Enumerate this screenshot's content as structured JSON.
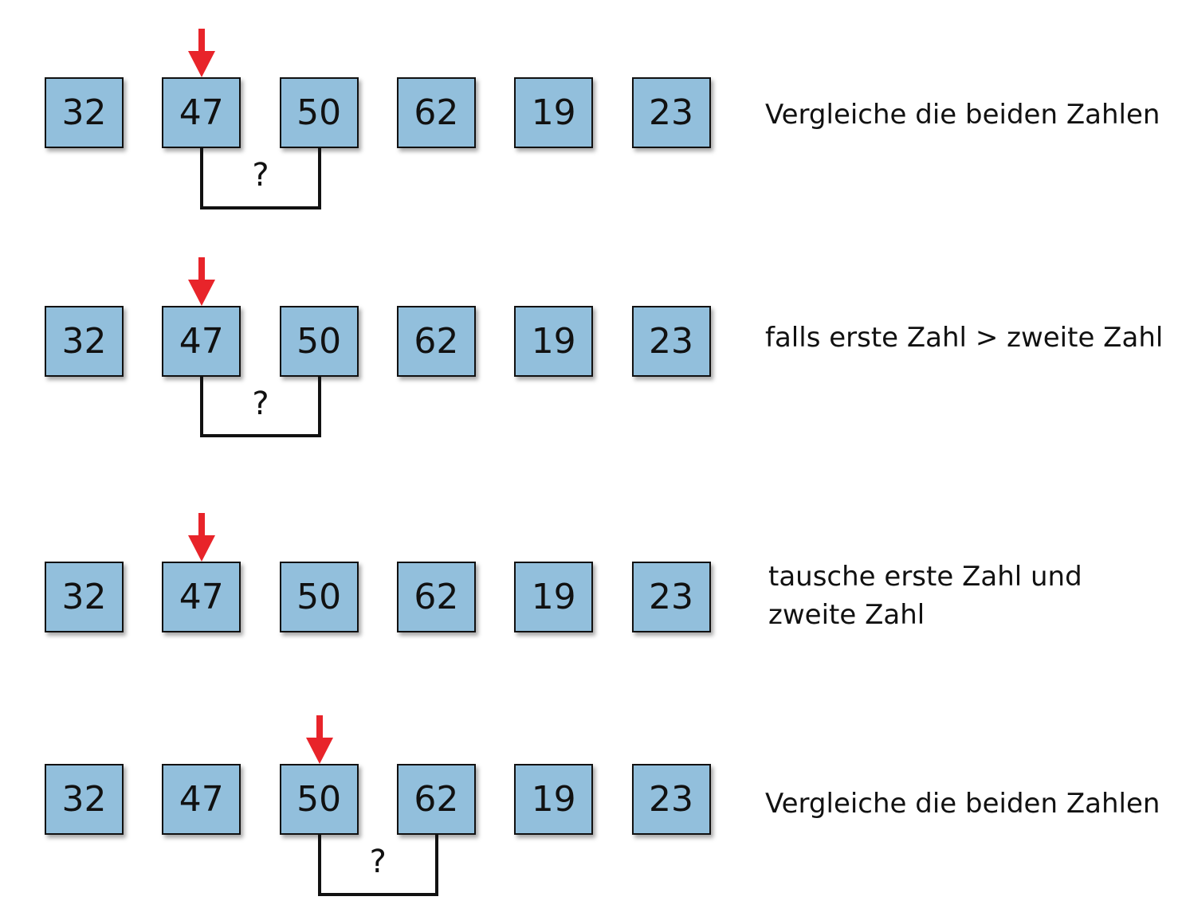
{
  "colors": {
    "box_fill": "#92bfdc",
    "arrow": "#e8242a",
    "border": "#111111"
  },
  "steps": [
    {
      "values": [
        "32",
        "47",
        "50",
        "62",
        "19",
        "23"
      ],
      "pointer_index": 1,
      "compare": [
        1,
        2
      ],
      "compare_mark": "?",
      "caption": "Vergleiche die beiden Zahlen"
    },
    {
      "values": [
        "32",
        "47",
        "50",
        "62",
        "19",
        "23"
      ],
      "pointer_index": 1,
      "compare": [
        1,
        2
      ],
      "compare_mark": "?",
      "caption": "falls erste Zahl > zweite Zahl"
    },
    {
      "values": [
        "32",
        "47",
        "50",
        "62",
        "19",
        "23"
      ],
      "pointer_index": 1,
      "compare": null,
      "caption": "tausche erste Zahl und zweite Zahl",
      "caption_lines": [
        "tausche erste Zahl und",
        "zweite Zahl"
      ]
    },
    {
      "values": [
        "32",
        "47",
        "50",
        "62",
        "19",
        "23"
      ],
      "pointer_index": 2,
      "compare": [
        2,
        3
      ],
      "compare_mark": "?",
      "caption": "Vergleiche die beiden Zahlen"
    }
  ]
}
